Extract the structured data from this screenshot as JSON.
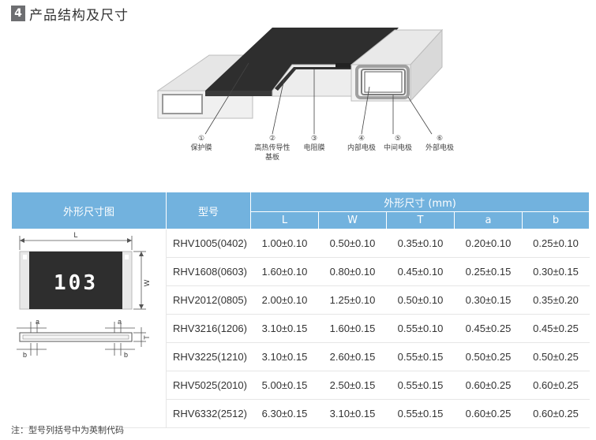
{
  "section": {
    "number": "4",
    "title": "产品结构及尺寸"
  },
  "callouts": [
    {
      "num": "①",
      "label": "保护膜"
    },
    {
      "num": "②",
      "label": "高热传导性",
      "label2": "基板"
    },
    {
      "num": "③",
      "label": "电阻膜"
    },
    {
      "num": "④",
      "label": "内部电极"
    },
    {
      "num": "⑤",
      "label": "中间电极"
    },
    {
      "num": "⑥",
      "label": "外部电极"
    }
  ],
  "table": {
    "col_drawing": "外形尺寸图",
    "col_model": "型号",
    "col_dims": "外形尺寸 (mm)",
    "sub_headers": [
      "L",
      "W",
      "T",
      "a",
      "b"
    ],
    "rows": [
      {
        "model": "RHV1005(0402)",
        "L": "1.00±0.10",
        "W": "0.50±0.10",
        "T": "0.35±0.10",
        "a": "0.20±0.10",
        "b": "0.25±0.10"
      },
      {
        "model": "RHV1608(0603)",
        "L": "1.60±0.10",
        "W": "0.80±0.10",
        "T": "0.45±0.10",
        "a": "0.25±0.15",
        "b": "0.30±0.15"
      },
      {
        "model": "RHV2012(0805)",
        "L": "2.00±0.10",
        "W": "1.25±0.10",
        "T": "0.50±0.10",
        "a": "0.30±0.15",
        "b": "0.35±0.20"
      },
      {
        "model": "RHV3216(1206)",
        "L": "3.10±0.15",
        "W": "1.60±0.15",
        "T": "0.55±0.10",
        "a": "0.45±0.25",
        "b": "0.45±0.25"
      },
      {
        "model": "RHV3225(1210)",
        "L": "3.10±0.15",
        "W": "2.60±0.15",
        "T": "0.55±0.15",
        "a": "0.50±0.25",
        "b": "0.50±0.25"
      },
      {
        "model": "RHV5025(2010)",
        "L": "5.00±0.15",
        "W": "2.50±0.15",
        "T": "0.55±0.15",
        "a": "0.60±0.25",
        "b": "0.60±0.25"
      },
      {
        "model": "RHV6332(2512)",
        "L": "6.30±0.15",
        "W": "3.10±0.15",
        "T": "0.55±0.15",
        "a": "0.60±0.25",
        "b": "0.60±0.25"
      }
    ]
  },
  "drawing": {
    "marking": "103",
    "dim_L": "L",
    "dim_W": "W",
    "dim_T": "T",
    "dim_a": "a",
    "dim_b": "b"
  },
  "note": "注：型号列括号中为英制代码",
  "colors": {
    "header_blue": "#72b2de",
    "badge_gray": "#6d6e71",
    "chip_black": "#2e2e2e"
  }
}
